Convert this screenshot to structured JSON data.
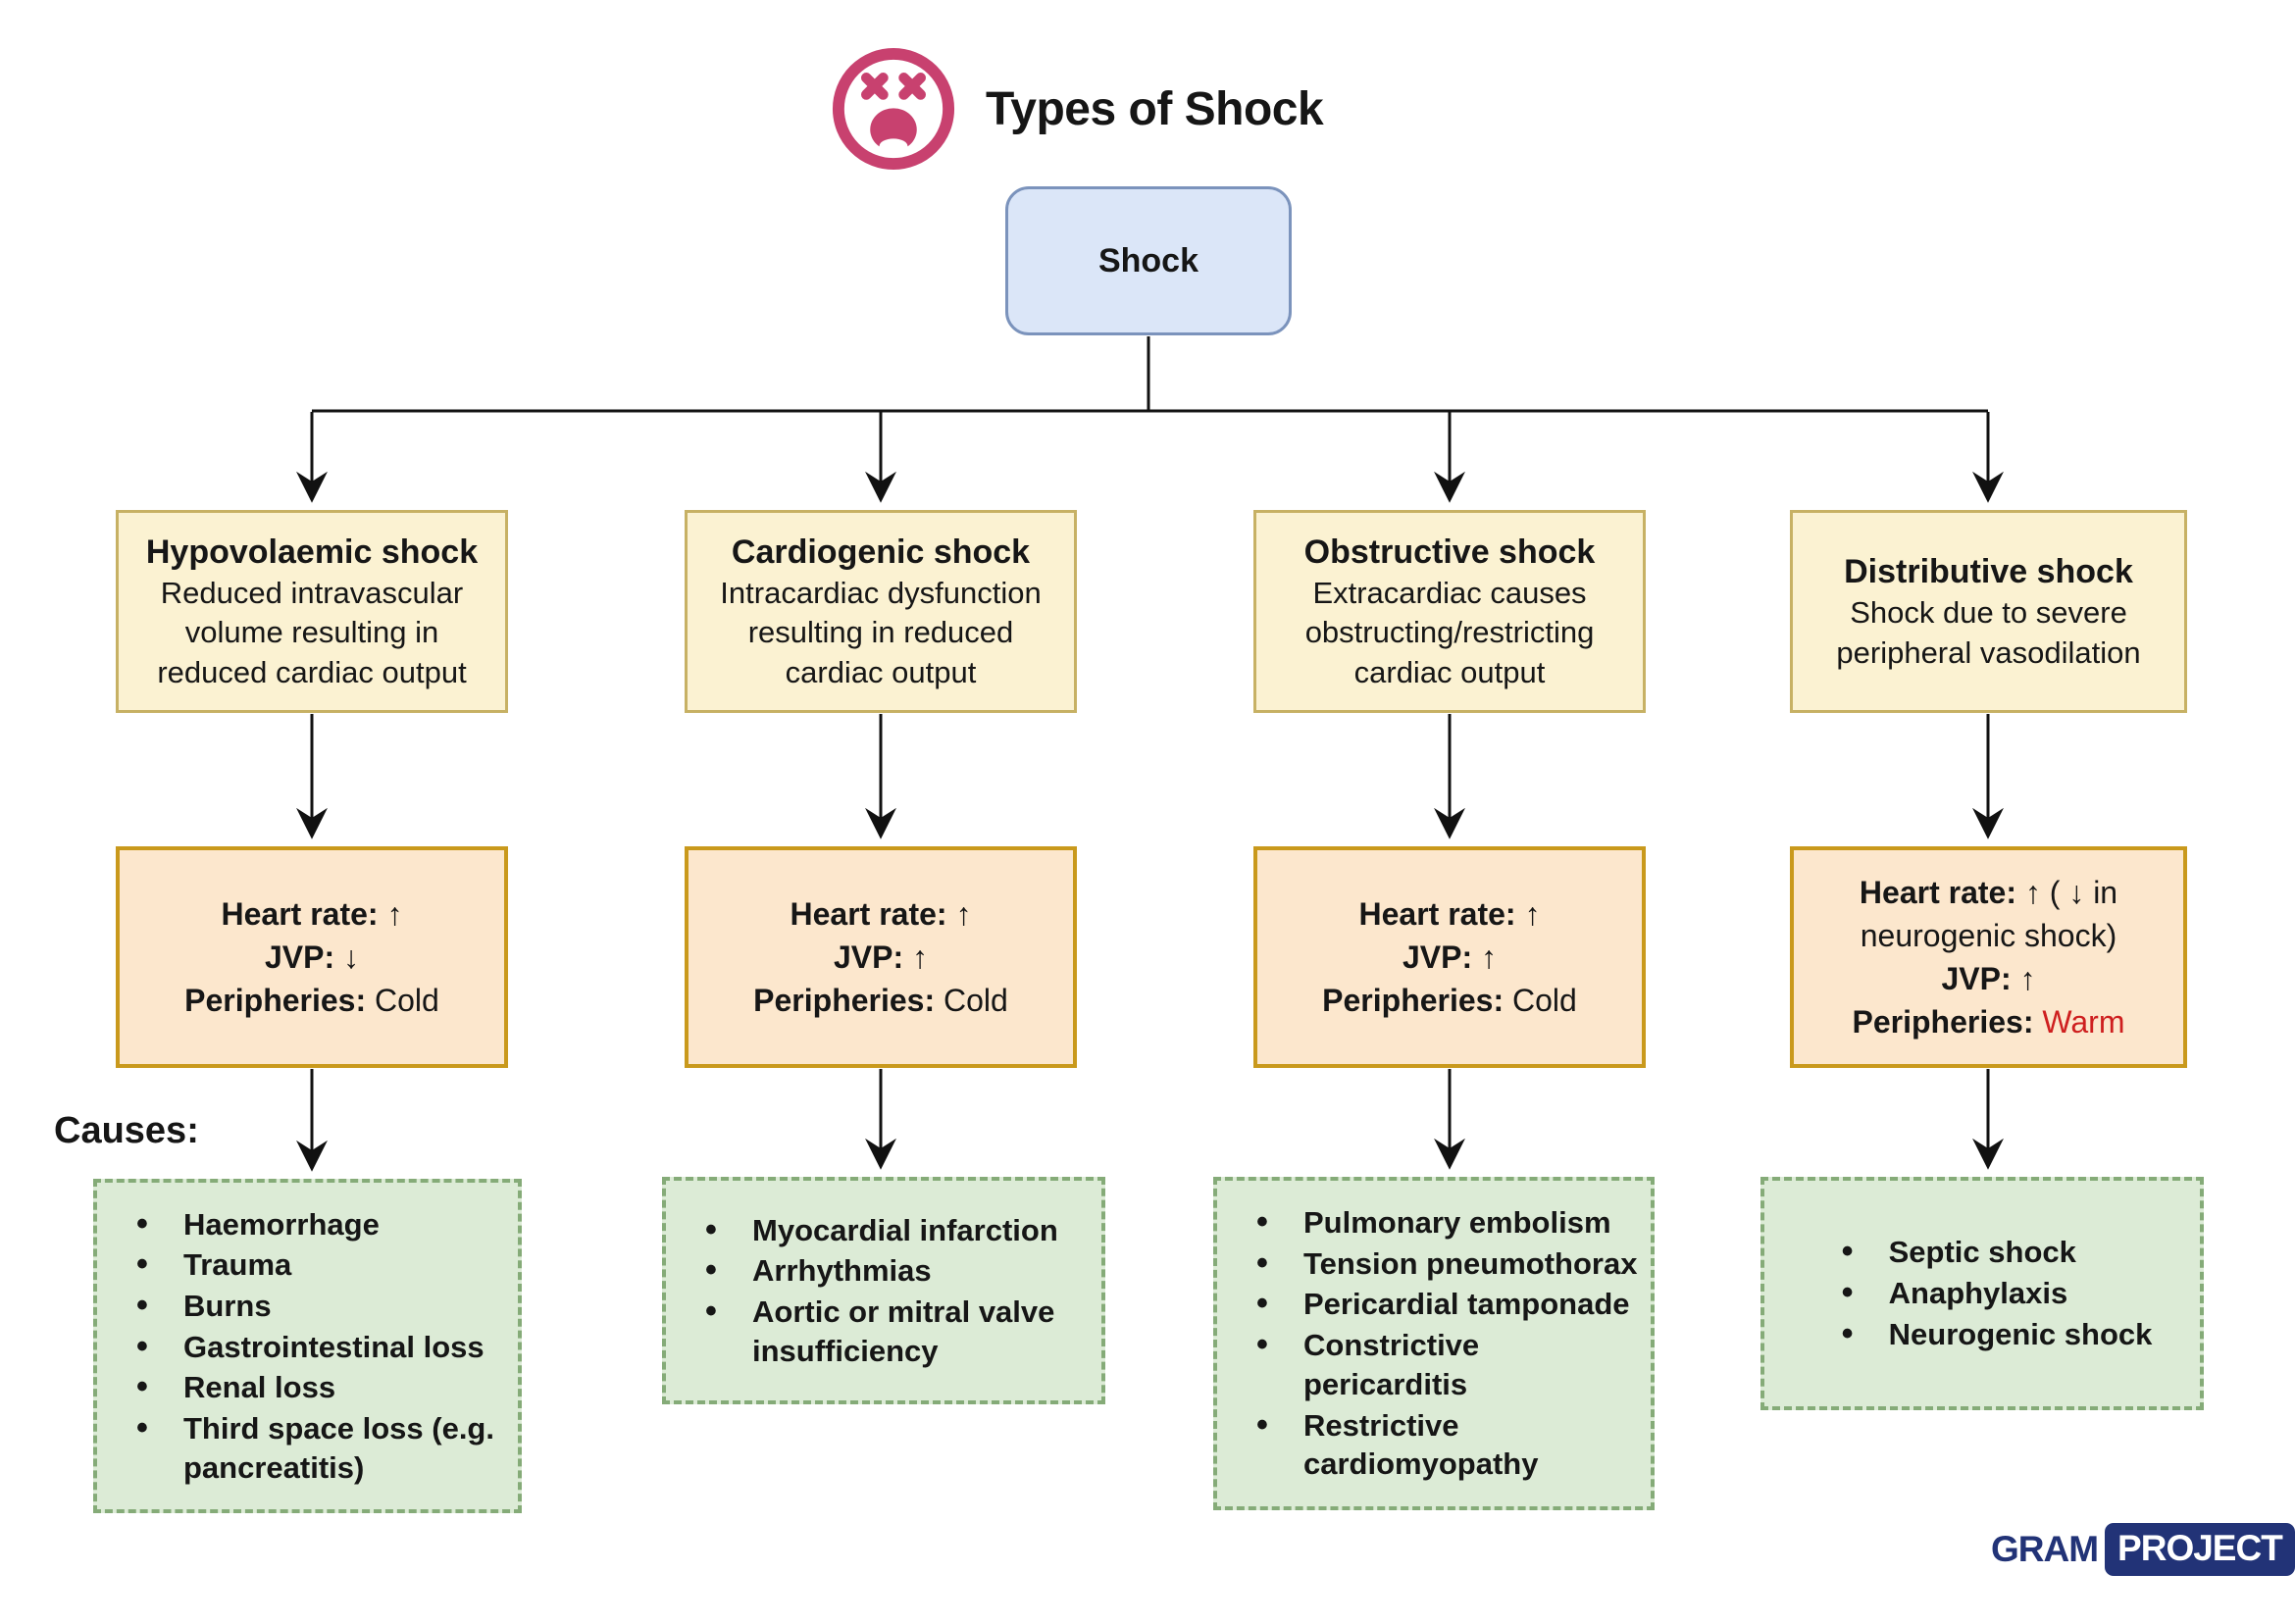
{
  "header": {
    "title": "Types of Shock",
    "icon": "dizzy-face-icon"
  },
  "root_node": {
    "label": "Shock"
  },
  "causes_heading": "Causes:",
  "columns": [
    {
      "name": "Hypovolaemic shock",
      "description": "Reduced intravascular volume resulting in reduced cardiac output",
      "vitals": [
        {
          "label": "Heart rate:",
          "value": "↑"
        },
        {
          "label": "JVP:",
          "value": "↓"
        },
        {
          "label": "Peripheries:",
          "value": "Cold"
        }
      ],
      "causes": [
        "Haemorrhage",
        "Trauma",
        "Burns",
        "Gastrointestinal loss",
        "Renal loss",
        "Third space loss (e.g. pancreatitis)"
      ]
    },
    {
      "name": "Cardiogenic shock",
      "description": "Intracardiac dysfunction resulting in reduced cardiac output",
      "vitals": [
        {
          "label": "Heart rate:",
          "value": "↑"
        },
        {
          "label": "JVP:",
          "value": "↑"
        },
        {
          "label": "Peripheries:",
          "value": "Cold"
        }
      ],
      "causes": [
        "Myocardial infarction",
        "Arrhythmias",
        "Aortic or mitral valve insufficiency"
      ]
    },
    {
      "name": "Obstructive shock",
      "description": "Extracardiac causes obstructing/restricting cardiac output",
      "vitals": [
        {
          "label": "Heart rate:",
          "value": "↑"
        },
        {
          "label": "JVP:",
          "value": "↑"
        },
        {
          "label": "Peripheries:",
          "value": "Cold"
        }
      ],
      "causes": [
        "Pulmonary embolism",
        "Tension pneumothorax",
        "Pericardial tamponade",
        "Constrictive pericarditis",
        "Restrictive cardiomyopathy"
      ]
    },
    {
      "name": "Distributive shock",
      "description": "Shock due to severe peripheral vasodilation",
      "vitals": [
        {
          "label": "Heart rate:",
          "value": "↑ ( ↓ in neurogenic shock)"
        },
        {
          "label": "JVP:",
          "value": "↑"
        },
        {
          "label": "Peripheries:",
          "value": "Warm",
          "value_color": "#ce1f1f"
        }
      ],
      "causes": [
        "Septic shock",
        "Anaphylaxis",
        "Neurogenic shock"
      ]
    }
  ],
  "logo": {
    "left": "GRAM",
    "right": "PROJECT"
  },
  "colors": {
    "icon_pink": "#c8416f",
    "root_fill": "#dbe6f8",
    "root_border": "#7b93bc",
    "type_fill": "#fbf2d2",
    "type_border": "#c7b164",
    "vitals_fill": "#fce7cd",
    "vitals_border": "#c9991c",
    "causes_fill": "#dcebd6",
    "causes_border": "#85ab78",
    "warm_red": "#ce1f1f",
    "logo_navy": "#223377"
  }
}
